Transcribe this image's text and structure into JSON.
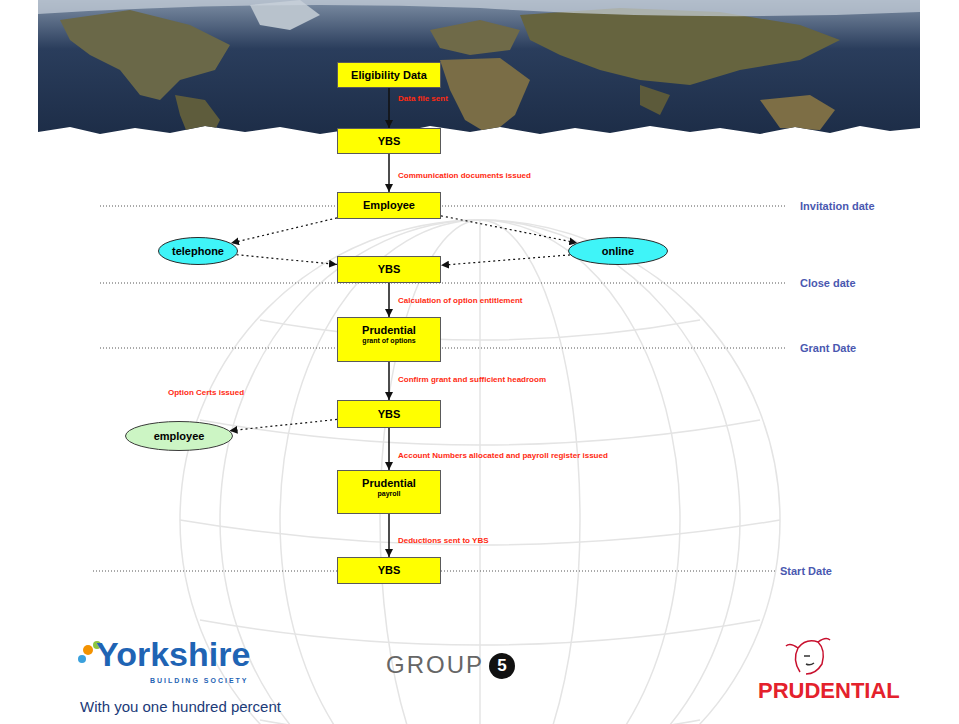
{
  "diagram": {
    "nodes": [
      {
        "text": [
          "Eligibility Data"
        ]
      },
      {
        "text": [
          "YBS"
        ]
      },
      {
        "text": [
          "Employee"
        ]
      },
      {
        "text": [
          "telephone"
        ]
      },
      {
        "text": [
          "online"
        ]
      },
      {
        "text": [
          "YBS"
        ]
      },
      {
        "text": [
          "Prudential",
          "grant of options"
        ]
      },
      {
        "text": [
          "YBS"
        ]
      },
      {
        "text": [
          "employee"
        ]
      },
      {
        "text": [
          "Prudential",
          "payroll"
        ]
      },
      {
        "text": [
          "YBS"
        ]
      }
    ],
    "edges": [
      {
        "from": 0,
        "to": 1,
        "arrow": "to",
        "label": "Data file sent"
      },
      {
        "from": 1,
        "to": 2,
        "arrow": "to",
        "label": "Communication documents issued"
      },
      {
        "from": 2,
        "to": 3,
        "arrow": "to"
      },
      {
        "from": 2,
        "to": 4,
        "arrow": "to"
      },
      {
        "from": 3,
        "to": 5,
        "arrow": "to"
      },
      {
        "from": 4,
        "to": 5,
        "arrow": "to"
      },
      {
        "from": 5,
        "to": 6,
        "arrow": "to",
        "label": "Calculation of option entitlement"
      },
      {
        "from": 6,
        "to": 7,
        "arrow": "to",
        "label": "Confirm grant and sufficient headroom"
      },
      {
        "from": 7,
        "to": 8,
        "arrow": "to",
        "label": "Option Certs issued"
      },
      {
        "from": 7,
        "to": 9,
        "arrow": "to",
        "label": "Account Numbers allocated and payroll register issued"
      },
      {
        "from": 9,
        "to": 10,
        "arrow": "to",
        "label": "Deductions sent to YBS"
      }
    ],
    "labels": [
      "Invitation date",
      "Close date",
      "Grant Date",
      "Start Date",
      "Yorkshire",
      "BUILDING SOCIETY",
      "With you one hundred percent",
      "GROUP",
      "5",
      "PRUDENTIAL"
    ]
  }
}
